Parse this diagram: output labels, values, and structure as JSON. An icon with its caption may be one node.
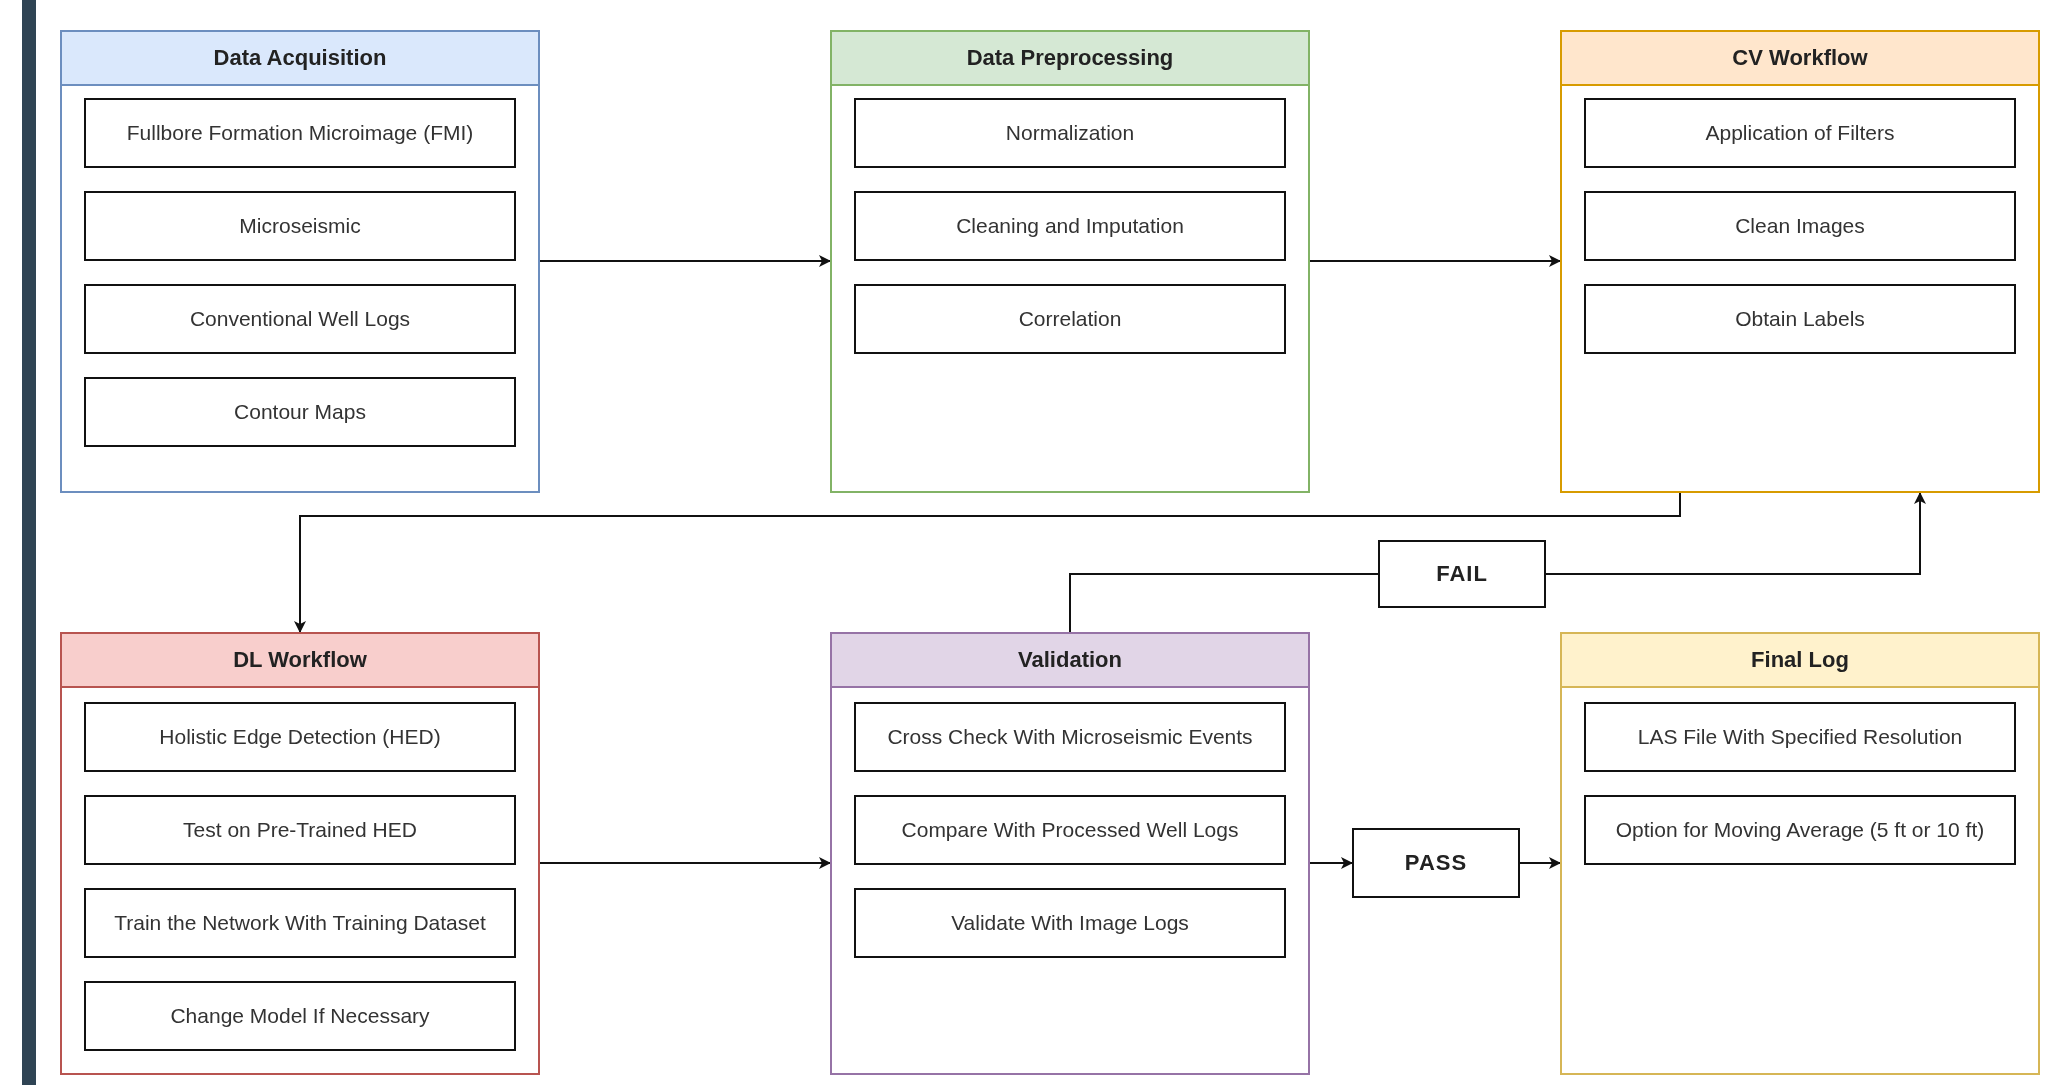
{
  "diagram": {
    "nodes": [
      {
        "text": [
          "Data Acquisition"
        ]
      },
      {
        "text": [
          "Fullbore Formation Microimage (FMI)"
        ],
        "in": 0
      },
      {
        "text": [
          "Microseismic"
        ],
        "in": 0
      },
      {
        "text": [
          "Conventional Well Logs"
        ],
        "in": 0
      },
      {
        "text": [
          "Contour Maps"
        ],
        "in": 0
      },
      {
        "text": [
          "Data Preprocessing"
        ]
      },
      {
        "text": [
          "Normalization"
        ],
        "in": 5
      },
      {
        "text": [
          "Cleaning and Imputation"
        ],
        "in": 5
      },
      {
        "text": [
          "Correlation"
        ],
        "in": 5
      },
      {
        "text": [
          "CV Workflow"
        ]
      },
      {
        "text": [
          "Application of Filters"
        ],
        "in": 9
      },
      {
        "text": [
          "Clean Images"
        ],
        "in": 9
      },
      {
        "text": [
          "Obtain Labels"
        ],
        "in": 9
      },
      {
        "text": [
          "FAIL"
        ]
      },
      {
        "text": [
          "DL Workflow"
        ]
      },
      {
        "text": [
          "Holistic Edge Detection (HED)"
        ],
        "in": 14
      },
      {
        "text": [
          "Test on Pre-Trained HED"
        ],
        "in": 14
      },
      {
        "text": [
          "Train the Network With Training Dataset"
        ],
        "in": 14
      },
      {
        "text": [
          "Change Model If Necessary"
        ],
        "in": 14
      },
      {
        "text": [
          "Validation"
        ]
      },
      {
        "text": [
          "Cross Check With Microseismic Events"
        ],
        "in": 19
      },
      {
        "text": [
          "Compare With Processed Well Logs"
        ],
        "in": 19
      },
      {
        "text": [
          "Validate With Image Logs"
        ],
        "in": 19
      },
      {
        "text": [
          "PASS"
        ]
      },
      {
        "text": [
          "Final Log"
        ]
      },
      {
        "text": [
          "LAS File With Specified Resolution"
        ],
        "in": 24
      },
      {
        "text": [
          "Option for Moving Average (5 ft or 10 ft)"
        ],
        "in": 24
      }
    ],
    "edges": [
      {
        "from": 0,
        "to": 5,
        "arrow": "to"
      },
      {
        "from": 5,
        "to": 9,
        "arrow": "to"
      },
      {
        "from": 9,
        "to": 14,
        "arrow": "to"
      },
      {
        "from": 14,
        "to": 19,
        "arrow": "to"
      },
      {
        "from": 19,
        "to": 13,
        "arrow": "none"
      },
      {
        "from": 13,
        "to": 9,
        "arrow": "to"
      },
      {
        "from": 19,
        "to": 23,
        "arrow": "to"
      },
      {
        "from": 23,
        "to": 24,
        "arrow": "to"
      }
    ]
  }
}
